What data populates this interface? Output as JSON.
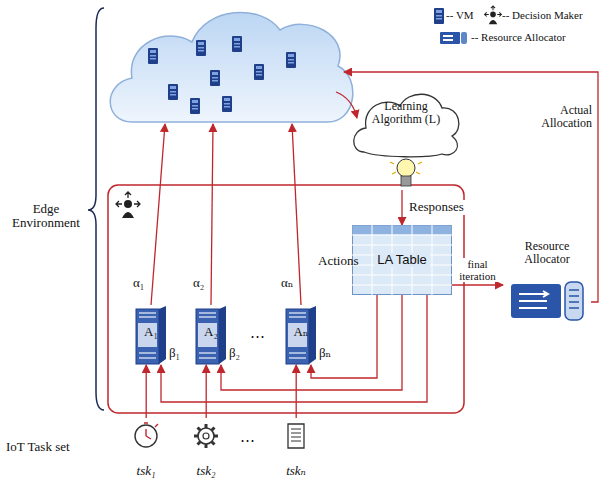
{
  "diagram": {
    "nodes": [
      {
        "text": [
          "Learning Algorithm (L)"
        ]
      },
      {
        "text": [
          "LA Table"
        ]
      },
      {
        "text": [
          "Resource Allocator"
        ]
      },
      {
        "text": [
          "A₁"
        ]
      },
      {
        "text": [
          "A₂"
        ]
      },
      {
        "text": [
          "Aₙ"
        ]
      },
      {
        "text": [
          "tsk₁"
        ]
      },
      {
        "text": [
          "tsk₂"
        ]
      },
      {
        "text": [
          "tskₙ"
        ]
      }
    ],
    "edges": [
      {
        "from": 0,
        "to": 1,
        "arrow": "to",
        "label": "Responses"
      },
      {
        "from": 1,
        "to": 2,
        "arrow": "to",
        "label": "final iteration"
      },
      {
        "from": 1,
        "to": 5,
        "arrow": "to"
      },
      {
        "from": 1,
        "to": 4,
        "arrow": "to"
      },
      {
        "from": 1,
        "to": 3,
        "arrow": "to"
      },
      {
        "from": 6,
        "to": 3,
        "arrow": "to"
      },
      {
        "from": 7,
        "to": 4,
        "arrow": "to"
      },
      {
        "from": 8,
        "to": 5,
        "arrow": "to"
      }
    ],
    "labels": [
      "Edge Environment",
      "Actions",
      "Actual Allocation",
      "IoT Task set",
      "α₁",
      "α₂",
      "αₙ",
      "β₁",
      "β₂",
      "βₙ",
      "⋯",
      "⋯"
    ],
    "legend": [
      {
        "text": "-- VM"
      },
      {
        "text": "-- Decision Maker"
      },
      {
        "text": "-- Resource Allocator"
      }
    ]
  }
}
